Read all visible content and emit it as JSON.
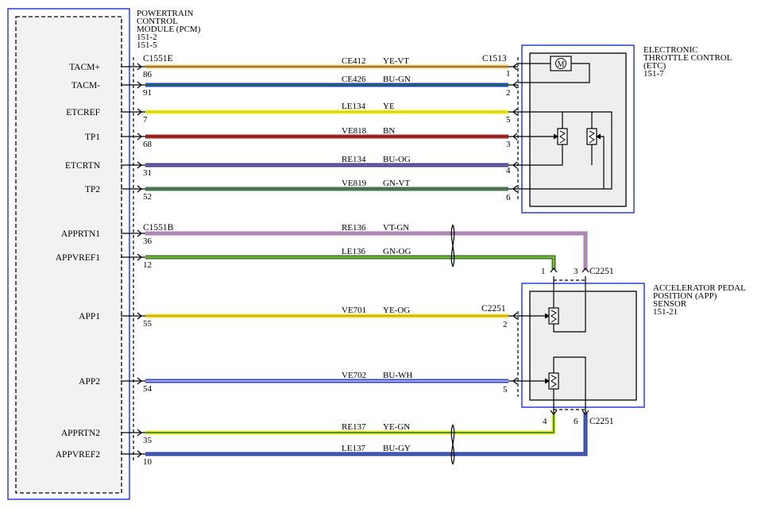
{
  "pcm": {
    "title_lines": [
      "POWERTRAIN",
      "CONTROL",
      "MODULE (PCM)",
      "151-2",
      "151-5"
    ],
    "connector_top": "C1551E",
    "connector_bottom": "C1551B"
  },
  "etc": {
    "title_lines": [
      "ELECTRONIC",
      "THROTTLE CONTROL",
      "(ETC)",
      "151-7"
    ],
    "connector": "C1513",
    "motor_symbol": "M"
  },
  "app": {
    "title_lines": [
      "ACCELERATOR PEDAL",
      "POSITION (APP)",
      "SENSOR",
      "151-21"
    ],
    "connector": "C2251"
  },
  "wires": [
    {
      "signal": "TACM+",
      "pcm_pin": "86",
      "circuit": "CE412",
      "color_code": "YE-VT",
      "end_pin": "1",
      "colors": [
        "#e8d030",
        "#9b59b6"
      ]
    },
    {
      "signal": "TACM-",
      "pcm_pin": "91",
      "circuit": "CE426",
      "color_code": "BU-GN",
      "end_pin": "2",
      "colors": [
        "#1f3fd0",
        "#2e8b2e"
      ]
    },
    {
      "signal": "ETCREF",
      "pcm_pin": "7",
      "circuit": "LE134",
      "color_code": "YE",
      "end_pin": "5",
      "colors": [
        "#f2ee1e",
        "#f2ee1e"
      ]
    },
    {
      "signal": "TP1",
      "pcm_pin": "68",
      "circuit": "VE818",
      "color_code": "BN",
      "end_pin": "3",
      "colors": [
        "#a52a2a",
        "#a52a2a"
      ]
    },
    {
      "signal": "ETCRTN",
      "pcm_pin": "31",
      "circuit": "RE134",
      "color_code": "BU-OG",
      "end_pin": "4",
      "colors": [
        "#2a3fd8",
        "#e07a20"
      ]
    },
    {
      "signal": "TP2",
      "pcm_pin": "52",
      "circuit": "VE819",
      "color_code": "GN-VT",
      "end_pin": "6",
      "colors": [
        "#2e8b2e",
        "#9b59b6"
      ]
    },
    {
      "signal": "APPRTN1",
      "pcm_pin": "36",
      "circuit": "RE136",
      "color_code": "VT-GN",
      "end_pin": "3",
      "colors": [
        "#c070c8",
        "#9fd39f"
      ]
    },
    {
      "signal": "APPVREF1",
      "pcm_pin": "12",
      "circuit": "LE136",
      "color_code": "GN-OG",
      "end_pin": "1",
      "colors": [
        "#2a7f1a",
        "#d4e06a"
      ]
    },
    {
      "signal": "APP1",
      "pcm_pin": "55",
      "circuit": "VE701",
      "color_code": "YE-OG",
      "end_pin": "2",
      "colors": [
        "#f2e21e",
        "#f0b040"
      ]
    },
    {
      "signal": "APP2",
      "pcm_pin": "54",
      "circuit": "VE702",
      "color_code": "BU-WH",
      "end_pin": "5",
      "colors": [
        "#2a3fd8",
        "#ffffff"
      ]
    },
    {
      "signal": "APPRTN2",
      "pcm_pin": "35",
      "circuit": "RE137",
      "color_code": "YE-GN",
      "end_pin": "4",
      "colors": [
        "#e8e830",
        "#2e8b2e"
      ]
    },
    {
      "signal": "APPVREF2",
      "pcm_pin": "10",
      "circuit": "LE137",
      "color_code": "BU-GY",
      "end_pin": "6",
      "colors": [
        "#1f3fd0",
        "#808080"
      ]
    }
  ]
}
